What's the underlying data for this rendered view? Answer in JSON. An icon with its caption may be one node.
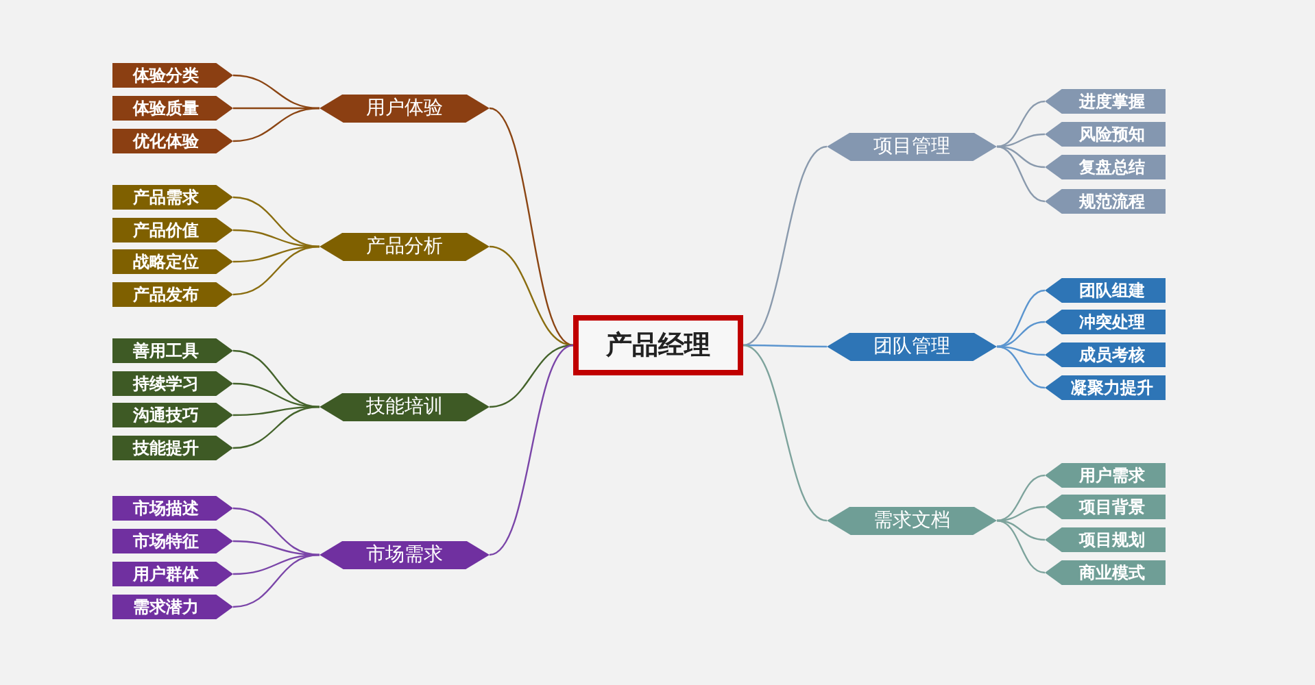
{
  "diagram": {
    "nodes": [
      {
        "text": [
          "产品经理"
        ]
      },
      {
        "text": [
          "用户体验"
        ]
      },
      {
        "text": [
          "体验分类"
        ]
      },
      {
        "text": [
          "体验质量"
        ]
      },
      {
        "text": [
          "优化体验"
        ]
      },
      {
        "text": [
          "产品分析"
        ]
      },
      {
        "text": [
          "产品需求"
        ]
      },
      {
        "text": [
          "产品价值"
        ]
      },
      {
        "text": [
          "战略定位"
        ]
      },
      {
        "text": [
          "产品发布"
        ]
      },
      {
        "text": [
          "技能培训"
        ]
      },
      {
        "text": [
          "善用工具"
        ]
      },
      {
        "text": [
          "持续学习"
        ]
      },
      {
        "text": [
          "沟通技巧"
        ]
      },
      {
        "text": [
          "技能提升"
        ]
      },
      {
        "text": [
          "市场需求"
        ]
      },
      {
        "text": [
          "市场描述"
        ]
      },
      {
        "text": [
          "市场特征"
        ]
      },
      {
        "text": [
          "用户群体"
        ]
      },
      {
        "text": [
          "需求潜力"
        ]
      },
      {
        "text": [
          "项目管理"
        ]
      },
      {
        "text": [
          "进度掌握"
        ]
      },
      {
        "text": [
          "风险预知"
        ]
      },
      {
        "text": [
          "复盘总结"
        ]
      },
      {
        "text": [
          "规范流程"
        ]
      },
      {
        "text": [
          "团队管理"
        ]
      },
      {
        "text": [
          "团队组建"
        ]
      },
      {
        "text": [
          "冲突处理"
        ]
      },
      {
        "text": [
          "成员考核"
        ]
      },
      {
        "text": [
          "凝聚力提升"
        ]
      },
      {
        "text": [
          "需求文档"
        ]
      },
      {
        "text": [
          "用户需求"
        ]
      },
      {
        "text": [
          "项目背景"
        ]
      },
      {
        "text": [
          "项目规划"
        ]
      },
      {
        "text": [
          "商业模式"
        ]
      }
    ],
    "edges": [
      {
        "from": 0,
        "to": 1,
        "arrow": "none",
        "color": "#8b4513"
      },
      {
        "from": 1,
        "to": 2,
        "arrow": "none",
        "color": "#8b4513"
      },
      {
        "from": 1,
        "to": 3,
        "arrow": "none",
        "color": "#8b4513"
      },
      {
        "from": 1,
        "to": 4,
        "arrow": "none",
        "color": "#8b4513"
      },
      {
        "from": 0,
        "to": 5,
        "arrow": "none",
        "color": "#8a6d10"
      },
      {
        "from": 5,
        "to": 6,
        "arrow": "none",
        "color": "#8a6d10"
      },
      {
        "from": 5,
        "to": 7,
        "arrow": "none",
        "color": "#8a6d10"
      },
      {
        "from": 5,
        "to": 8,
        "arrow": "none",
        "color": "#8a6d10"
      },
      {
        "from": 5,
        "to": 9,
        "arrow": "none",
        "color": "#8a6d10"
      },
      {
        "from": 0,
        "to": 10,
        "arrow": "none",
        "color": "#44632b"
      },
      {
        "from": 10,
        "to": 11,
        "arrow": "none",
        "color": "#44632b"
      },
      {
        "from": 10,
        "to": 12,
        "arrow": "none",
        "color": "#44632b"
      },
      {
        "from": 10,
        "to": 13,
        "arrow": "none",
        "color": "#44632b"
      },
      {
        "from": 10,
        "to": 14,
        "arrow": "none",
        "color": "#44632b"
      },
      {
        "from": 0,
        "to": 15,
        "arrow": "none",
        "color": "#7a45a8"
      },
      {
        "from": 15,
        "to": 16,
        "arrow": "none",
        "color": "#7a45a8"
      },
      {
        "from": 15,
        "to": 17,
        "arrow": "none",
        "color": "#7a45a8"
      },
      {
        "from": 15,
        "to": 18,
        "arrow": "none",
        "color": "#7a45a8"
      },
      {
        "from": 15,
        "to": 19,
        "arrow": "none",
        "color": "#7a45a8"
      },
      {
        "from": 0,
        "to": 20,
        "arrow": "none",
        "color": "#8a9aad"
      },
      {
        "from": 20,
        "to": 21,
        "arrow": "none",
        "color": "#8a9aad"
      },
      {
        "from": 20,
        "to": 22,
        "arrow": "none",
        "color": "#8a9aad"
      },
      {
        "from": 20,
        "to": 23,
        "arrow": "none",
        "color": "#8a9aad"
      },
      {
        "from": 20,
        "to": 24,
        "arrow": "none",
        "color": "#8a9aad"
      },
      {
        "from": 0,
        "to": 25,
        "arrow": "none",
        "color": "#5b95cf"
      },
      {
        "from": 25,
        "to": 26,
        "arrow": "none",
        "color": "#5b95cf"
      },
      {
        "from": 25,
        "to": 27,
        "arrow": "none",
        "color": "#5b95cf"
      },
      {
        "from": 25,
        "to": 28,
        "arrow": "none",
        "color": "#5b95cf"
      },
      {
        "from": 25,
        "to": 29,
        "arrow": "none",
        "color": "#5b95cf"
      },
      {
        "from": 0,
        "to": 30,
        "arrow": "none",
        "color": "#7da39c"
      },
      {
        "from": 30,
        "to": 31,
        "arrow": "none",
        "color": "#7da39c"
      },
      {
        "from": 30,
        "to": 32,
        "arrow": "none",
        "color": "#7da39c"
      },
      {
        "from": 30,
        "to": 33,
        "arrow": "none",
        "color": "#7da39c"
      },
      {
        "from": 30,
        "to": 34,
        "arrow": "none",
        "color": "#7da39c"
      }
    ]
  }
}
